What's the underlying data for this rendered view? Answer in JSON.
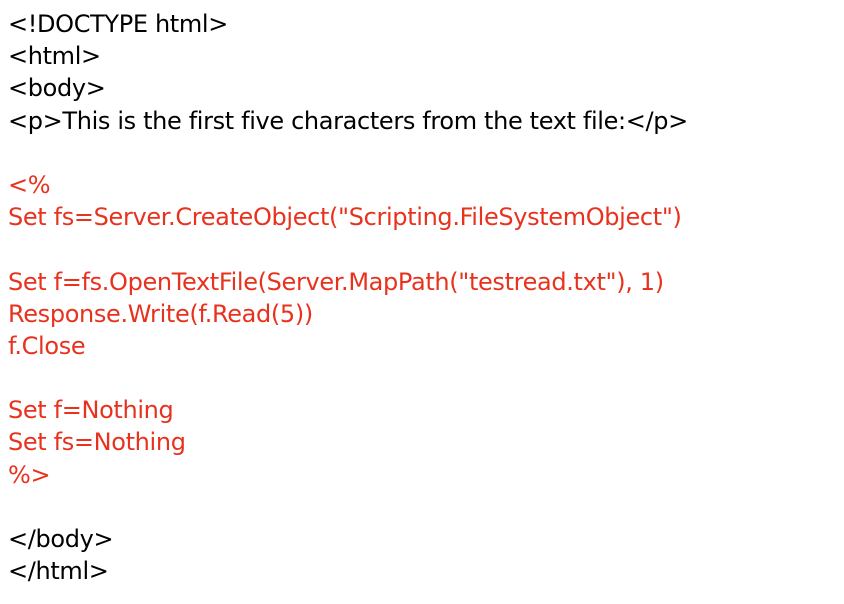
{
  "colors": {
    "html_text": "#000000",
    "asp_code": "#e8321e",
    "background": "#ffffff"
  },
  "code": {
    "html_open": {
      "doctype": "<!DOCTYPE html>",
      "html_tag": "<html>",
      "body_tag": "<body>",
      "paragraph": "<p>This is the first five characters from the text file:</p>"
    },
    "asp_block": {
      "open_delimiter": "<%",
      "create_fso": "Set fs=Server.CreateObject(\"Scripting.FileSystemObject\")",
      "open_file": "Set f=fs.OpenTextFile(Server.MapPath(\"testread.txt\"), 1)",
      "write_read": "Response.Write(f.Read(5))",
      "close_file": "f.Close",
      "release_file": "Set f=Nothing",
      "release_fso": "Set fs=Nothing",
      "close_delimiter": "%>"
    },
    "html_close": {
      "body_close": "</body>",
      "html_close": "</html>"
    }
  }
}
